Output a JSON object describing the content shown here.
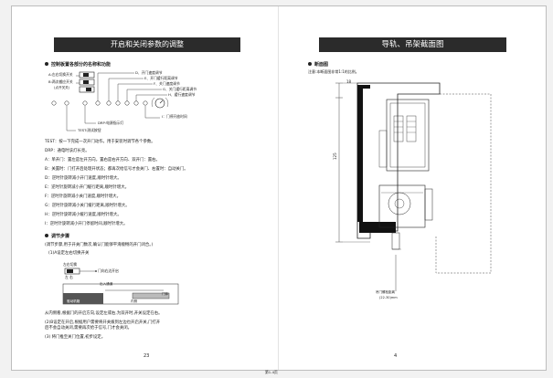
{
  "left": {
    "title": "开启和关闭参数的调整",
    "section1": "控制板置各部分的名称和功能",
    "panel_labels": {
      "a": "A:左右切换开关",
      "b": "B:两次搬应开关",
      "b_sub": "(点开关关)",
      "d": "D、开门速度调节",
      "e": "E、开门缓行距离调节",
      "f": "F、关门速度调节",
      "g": "G、关门缓行距离调节",
      "h": "H、缓行速度调节",
      "i": "I：门停开放时间",
      "drp": "DRP:电源指示灯",
      "test": "TEST:测试按钮"
    },
    "desc_lines": [
      "TEST：按一下完成一次开门动作，用于安装时调节各个参数。",
      "DRP：通电时该灯长亮。",
      "A：单开门：置左是左开方向，置右是右开方向、双开门：置右。",
      "B：关置时：门打开后处理开状态；都再次给信号才会关门、右置时：自动关门。",
      "D：逆时针旋转减小开门速度,顺时针增大。",
      "E：逆时针旋转减小开门缓行距离,顺时针增大。",
      "F：逆时针旋转减小关门速度,顺时针增大。",
      "G：逆时针旋转减小关门缓行距离,顺时针增大。",
      "H：逆时针旋转减小缓行速度,顺时针增大。",
      "I：逆时针旋转减小开门停留时间,顺时针增大。"
    ],
    "section2": "调节步骤",
    "steps_intro": "(调节步骤,用于开关门数次,确认门能够平滑顺畅的开门闭合。)",
    "step1": "(1)A设定左右切换开关",
    "switch_caption": "左右切换",
    "switch_note": "门向右边开启",
    "switch_lr": "左  右",
    "track_labels": {
      "motor": "驱动机箱",
      "opening": "出入通道",
      "inside": "内侧",
      "door": "门体"
    },
    "step_lines": [
      "从内侧看,根据门的开启方向,设定左或右,为双开时,开关设定在右。",
      "(2)B设定在开启,根据用户需要将开关拨到左边也开启开关,门打开",
      "    后不会自动关闭,需要再次给于信号,门才会关闭。",
      "(3)  将门推至关门位置,初步设定。"
    ],
    "page_number": "23"
  },
  "right": {
    "title": "导轨、吊架截面图",
    "section": "断面图",
    "note": "注意:本断面图非常1:1的比例。",
    "dim_top": "18",
    "dim_height": "125",
    "callout": [
      "吊门螺栓距离",
      "(22-30)mm"
    ],
    "page_number": "4"
  },
  "footer": "第1-4页"
}
